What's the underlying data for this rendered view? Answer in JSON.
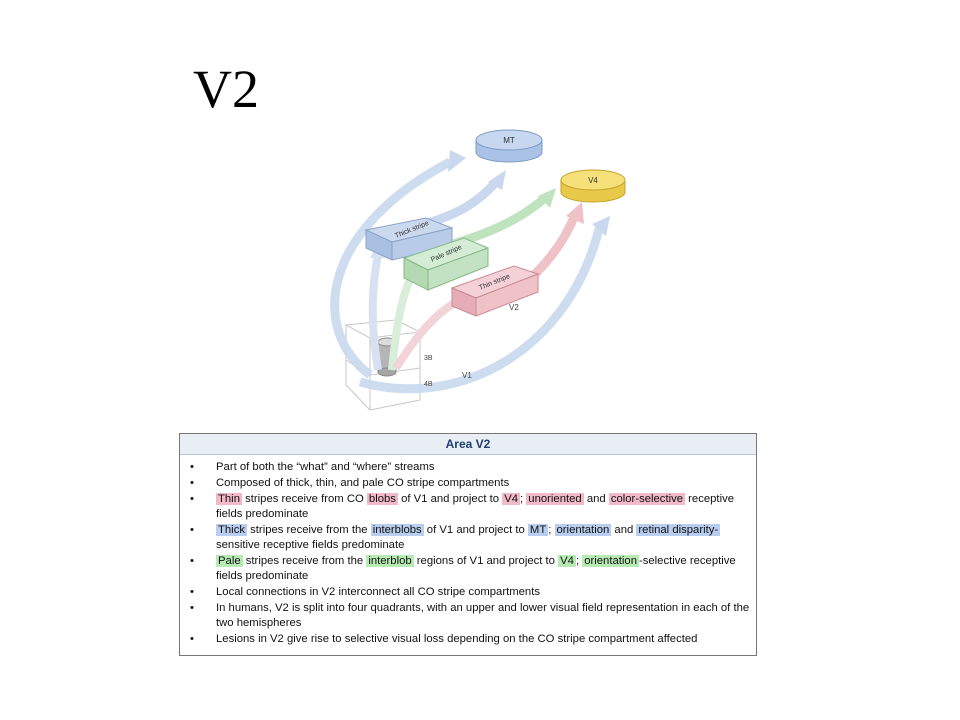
{
  "slide": {
    "title": "V2"
  },
  "diagram": {
    "mt_label": "MT",
    "v4_label": "V4",
    "thick_label": "Thick stripe",
    "pale_label": "Pale stripe",
    "thin_label": "Thin stripe",
    "v2_label": "V2",
    "v1_label": "V1",
    "layer_3b": "3B",
    "layer_4b": "4B",
    "colors": {
      "blue": "#b8cde9",
      "green": "#bfe3bf",
      "red": "#efc2c8",
      "yellow": "#f6e07a"
    }
  },
  "box": {
    "heading": "Area V2",
    "items": [
      {
        "id": "b1",
        "text": "Part of both the “what” and “where” streams"
      },
      {
        "id": "b2",
        "text": "Composed of thick, thin, and pale CO stripe compartments"
      },
      {
        "id": "b3",
        "segments": [
          {
            "t": "Thin",
            "hl": "red"
          },
          {
            "t": " stripes receive from CO "
          },
          {
            "t": "blobs",
            "hl": "red"
          },
          {
            "t": " of V1 and project to "
          },
          {
            "t": "V4",
            "hl": "red"
          },
          {
            "t": "; "
          },
          {
            "t": "unoriented",
            "hl": "red"
          },
          {
            "t": " and "
          },
          {
            "t": "color-selective",
            "hl": "red"
          },
          {
            "t": " receptive fields predominate"
          }
        ]
      },
      {
        "id": "b4",
        "segments": [
          {
            "t": "Thick",
            "hl": "blue"
          },
          {
            "t": " stripes receive from the "
          },
          {
            "t": "interblobs",
            "hl": "blue"
          },
          {
            "t": " of V1 and project to "
          },
          {
            "t": "MT",
            "hl": "blue"
          },
          {
            "t": "; "
          },
          {
            "t": "orientation",
            "hl": "blue"
          },
          {
            "t": " and "
          },
          {
            "t": "retinal disparity-",
            "hl": "blue"
          },
          {
            "t": "sensitive receptive fields predominate"
          }
        ]
      },
      {
        "id": "b5",
        "segments": [
          {
            "t": "Pale",
            "hl": "green"
          },
          {
            "t": " stripes receive from the "
          },
          {
            "t": "interblob",
            "hl": "green"
          },
          {
            "t": " regions of V1 and project to "
          },
          {
            "t": "V4",
            "hl": "green"
          },
          {
            "t": "; "
          },
          {
            "t": "orientation",
            "hl": "green"
          },
          {
            "t": "-selective receptive fields predominate"
          }
        ]
      },
      {
        "id": "b6",
        "text": "Local connections in V2 interconnect all CO stripe compartments"
      },
      {
        "id": "b7",
        "text": "In humans, V2 is split into four quadrants, with an upper and lower visual field representation in each of the two hemispheres"
      },
      {
        "id": "b8",
        "text": "Lesions in V2 give rise to selective visual loss depending on the CO stripe compartment affected"
      }
    ]
  }
}
